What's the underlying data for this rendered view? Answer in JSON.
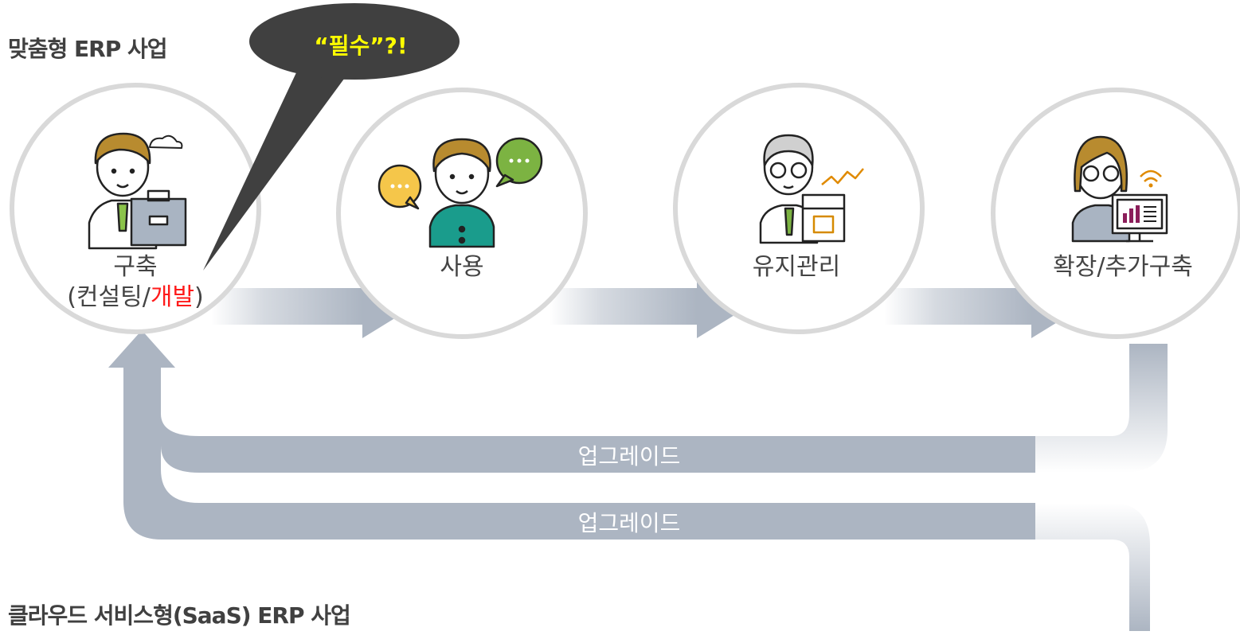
{
  "titles": {
    "top": "맞춤형 ERP 사업",
    "bottom": "클라우드 서비스형(SaaS) ERP 사업"
  },
  "bubble": {
    "text": "“필수”?!"
  },
  "stages": [
    {
      "line1": "구축",
      "line2_open": "(컨설팅/",
      "line2_highlight": "개발",
      "line2_close": ")"
    },
    {
      "line1": "사용"
    },
    {
      "line1": "유지관리"
    },
    {
      "line1": "확장/추가구축"
    }
  ],
  "loops": {
    "upgrade_top": "업그레이드",
    "upgrade_bottom": "업그레이드"
  },
  "colors": {
    "arrow": "#acb5c2",
    "circle": "#d9d9d9",
    "highlight": "#ff1a1a",
    "bubble": "#404040",
    "bubble_text": "#ffff00"
  }
}
